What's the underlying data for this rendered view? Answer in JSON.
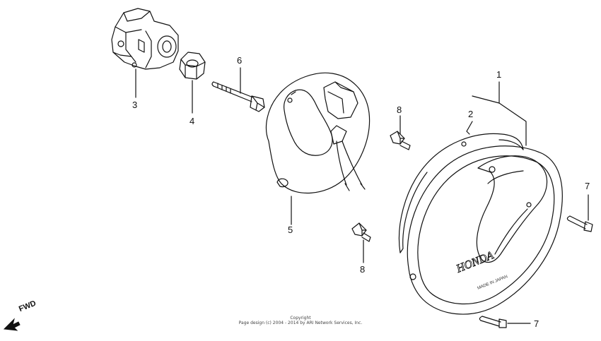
{
  "callouts": {
    "c1": "1",
    "c2": "2",
    "c3": "3",
    "c4": "4",
    "c5": "5",
    "c6": "6",
    "c7a": "7",
    "c7b": "7",
    "c8a": "8",
    "c8b": "8"
  },
  "cover_text": {
    "brand": "HONDA",
    "made_in": "MADE IN JAPAN"
  },
  "footer": {
    "line1": "Copyright",
    "line2": "Page design (c) 2004 - 2014 by ARI Network Services, Inc."
  },
  "direction": {
    "label": "FWD"
  }
}
